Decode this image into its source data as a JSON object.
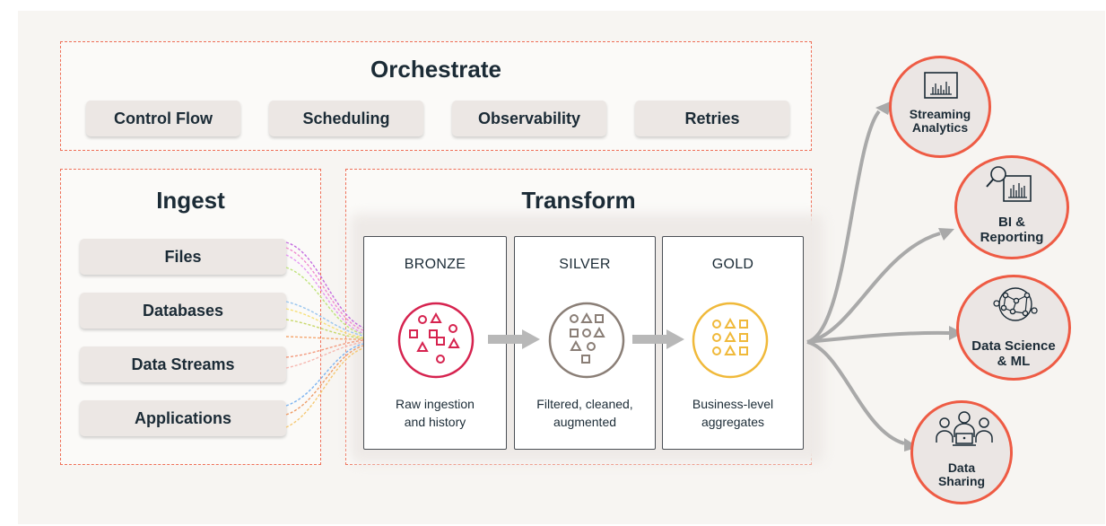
{
  "orchestrate": {
    "title": "Orchestrate",
    "items": [
      "Control Flow",
      "Scheduling",
      "Observability",
      "Retries"
    ]
  },
  "ingest": {
    "title": "Ingest",
    "sources": [
      "Files",
      "Databases",
      "Data Streams",
      "Applications"
    ]
  },
  "transform": {
    "title": "Transform",
    "stages": [
      {
        "name": "BRONZE",
        "description": "Raw ingestion\nand history",
        "color": "#d6234f"
      },
      {
        "name": "SILVER",
        "description": "Filtered, cleaned,\naugmented",
        "color": "#8a7e76"
      },
      {
        "name": "GOLD",
        "description": "Business-level\naggregates",
        "color": "#f0b93a"
      }
    ]
  },
  "outputs": [
    {
      "label": "Streaming\nAnalytics",
      "icon": "bar-chart-icon"
    },
    {
      "label": "BI &\nReporting",
      "icon": "magnifier-chart-icon"
    },
    {
      "label": "Data Science\n& ML",
      "icon": "network-graph-icon"
    },
    {
      "label": "Data\nSharing",
      "icon": "people-sharing-icon"
    }
  ],
  "colors": {
    "accent": "#ef6f57",
    "text": "#1b2b36",
    "pill": "#ece7e4",
    "arrow": "#a9a9a9"
  }
}
